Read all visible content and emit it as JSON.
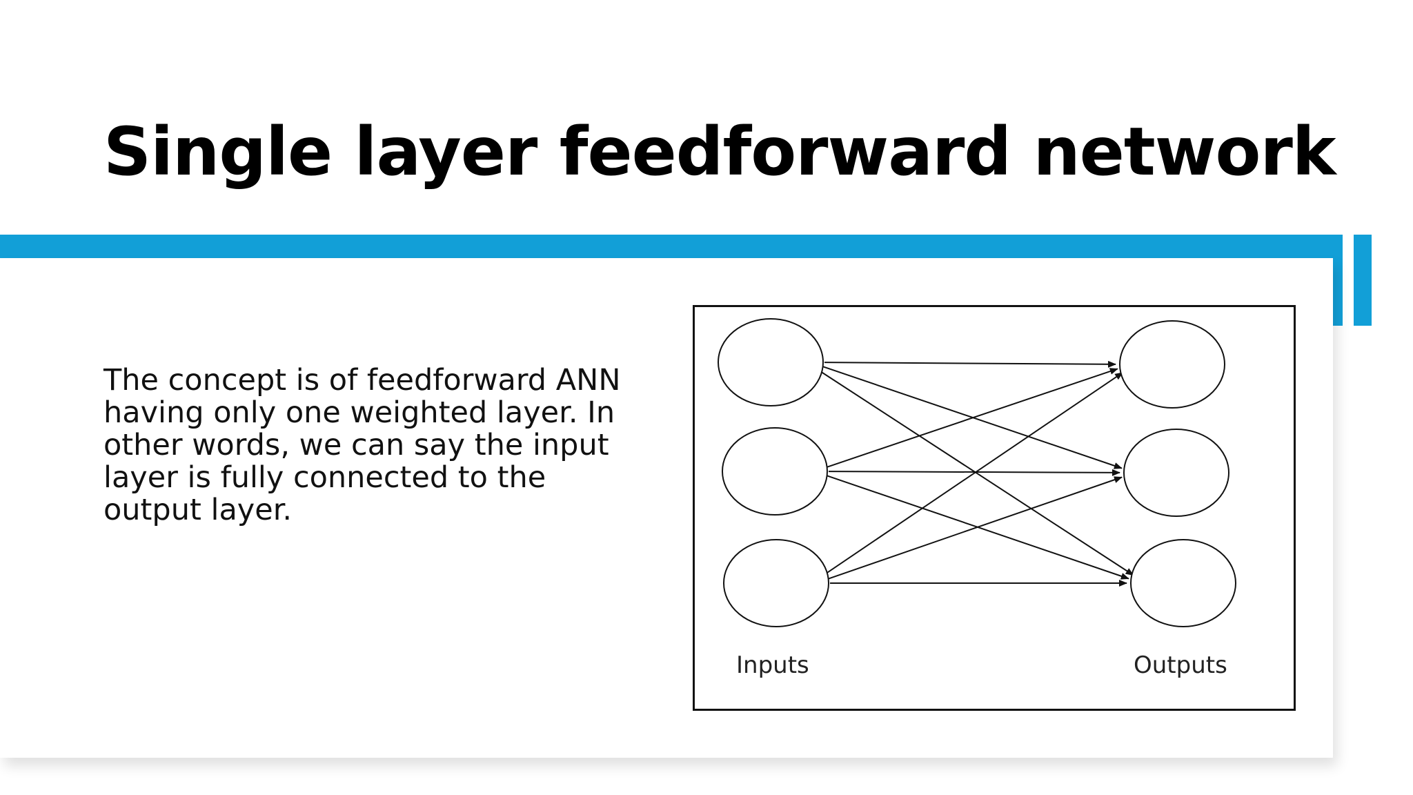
{
  "slide": {
    "title": "Single layer feedforward network",
    "body": "The concept is of feedforward ANN having only one weighted layer. In other words, we can say the input layer is fully connected to the output layer.",
    "accent_color": "#129fd7"
  },
  "diagram": {
    "input_label": "Inputs",
    "output_label": "Outputs",
    "input_count": 3,
    "output_count": 3,
    "connection": "fully-connected",
    "arrow_direction": "input-to-output"
  }
}
